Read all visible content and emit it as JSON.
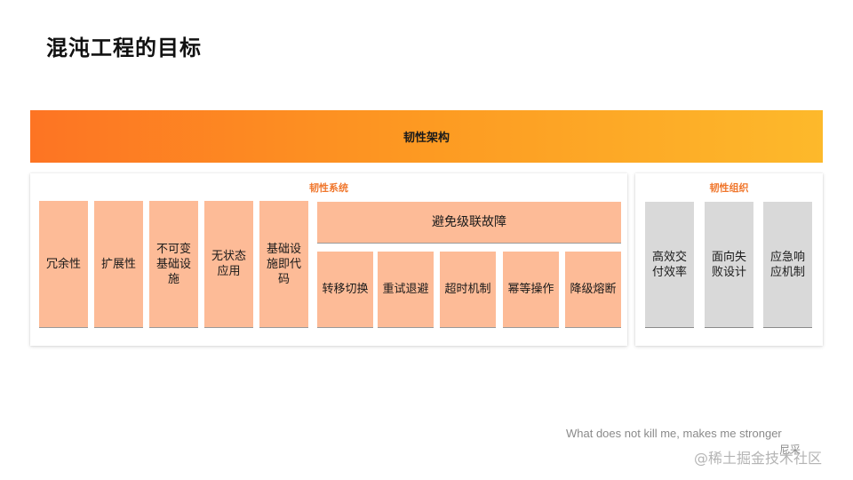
{
  "page": {
    "title": "混沌工程的目标"
  },
  "architecture": {
    "label": "韧性架构",
    "gradient_start": "#fd7423",
    "gradient_end": "#fdb92b"
  },
  "system": {
    "heading": "韧性系统",
    "items": [
      "冗余性",
      "扩展性",
      "不可变基础设施",
      "无状态应用",
      "基础设施即代码"
    ],
    "cascade": {
      "label": "避免级联故障",
      "items": [
        "转移切换",
        "重试退避",
        "超时机制",
        "幂等操作",
        "降级熔断"
      ]
    },
    "box_color": "#fdbb97"
  },
  "organization": {
    "heading": "韧性组织",
    "items": [
      "高效交付效率",
      "面向失败设计",
      "应急响应机制"
    ],
    "box_color": "#d9d9d9"
  },
  "footer": {
    "quote": "What does not kill me, makes me stronger",
    "author": "尼采",
    "watermark": "@稀土掘金技术社区"
  }
}
